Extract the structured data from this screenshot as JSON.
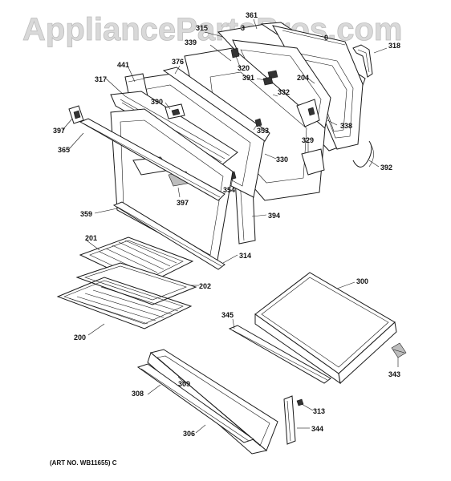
{
  "watermark": "AppliancePartsPros.com",
  "art_number": "(ART NO. WB11655) C",
  "callouts": [
    {
      "id": "315",
      "text": "315"
    },
    {
      "id": "361",
      "text": "361"
    },
    {
      "id": "3",
      "text": "3"
    },
    {
      "id": "0",
      "text": "0"
    },
    {
      "id": "339",
      "text": "339"
    },
    {
      "id": "318",
      "text": "318"
    },
    {
      "id": "441",
      "text": "441"
    },
    {
      "id": "376",
      "text": "376"
    },
    {
      "id": "320",
      "text": "320"
    },
    {
      "id": "317",
      "text": "317"
    },
    {
      "id": "391",
      "text": "391"
    },
    {
      "id": "204",
      "text": "204"
    },
    {
      "id": "390",
      "text": "390"
    },
    {
      "id": "332",
      "text": "332"
    },
    {
      "id": "397a",
      "text": "397"
    },
    {
      "id": "353",
      "text": "353"
    },
    {
      "id": "338",
      "text": "338"
    },
    {
      "id": "365",
      "text": "365"
    },
    {
      "id": "329",
      "text": "329"
    },
    {
      "id": "330",
      "text": "330"
    },
    {
      "id": "392",
      "text": "392"
    },
    {
      "id": "354",
      "text": "354"
    },
    {
      "id": "397b",
      "text": "397"
    },
    {
      "id": "359",
      "text": "359"
    },
    {
      "id": "394",
      "text": "394"
    },
    {
      "id": "201",
      "text": "201"
    },
    {
      "id": "314",
      "text": "314"
    },
    {
      "id": "300",
      "text": "300"
    },
    {
      "id": "202",
      "text": "202"
    },
    {
      "id": "345",
      "text": "345"
    },
    {
      "id": "200",
      "text": "200"
    },
    {
      "id": "343",
      "text": "343"
    },
    {
      "id": "309",
      "text": "309"
    },
    {
      "id": "308",
      "text": "308"
    },
    {
      "id": "313",
      "text": "313"
    },
    {
      "id": "306",
      "text": "306"
    },
    {
      "id": "344",
      "text": "344"
    }
  ]
}
